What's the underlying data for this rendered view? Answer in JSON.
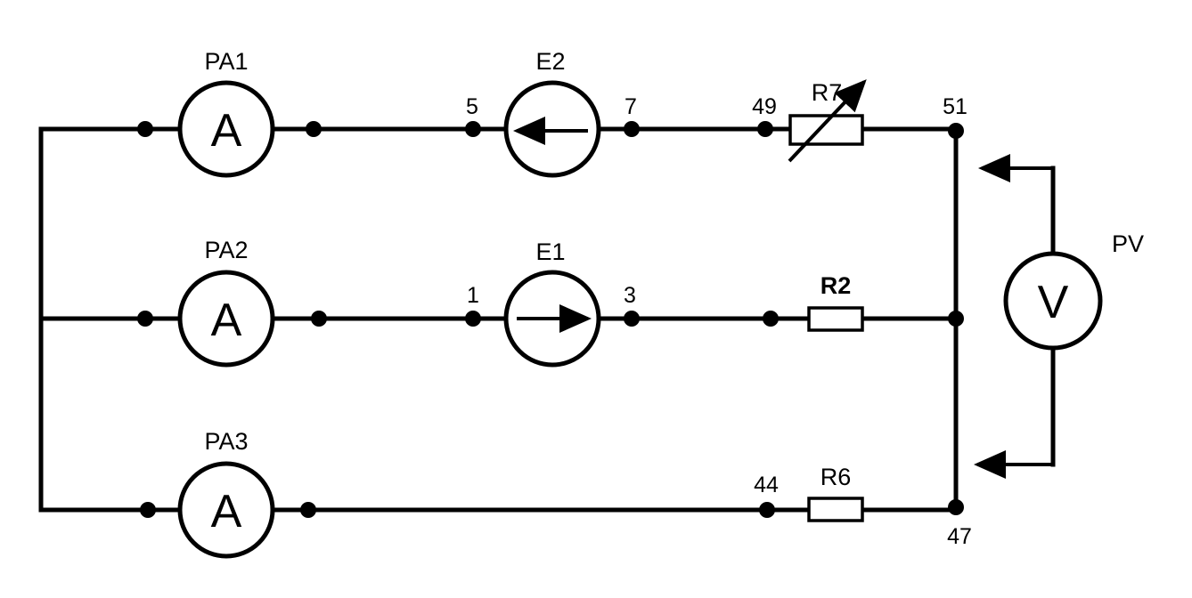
{
  "meters": {
    "pa1": {
      "label": "PA1",
      "symbol": "A"
    },
    "pa2": {
      "label": "PA2",
      "symbol": "A"
    },
    "pa3": {
      "label": "PA3",
      "symbol": "A"
    },
    "pv": {
      "label": "PV",
      "symbol": "V"
    }
  },
  "sources": {
    "e1": {
      "label": "E1"
    },
    "e2": {
      "label": "E2"
    }
  },
  "resistors": {
    "r2": {
      "label": "R2"
    },
    "r6": {
      "label": "R6"
    },
    "r7": {
      "label": "R7"
    }
  },
  "nodes": {
    "n1": "1",
    "n3": "3",
    "n5": "5",
    "n7": "7",
    "n44": "44",
    "n47": "47",
    "n49": "49",
    "n51": "51"
  }
}
